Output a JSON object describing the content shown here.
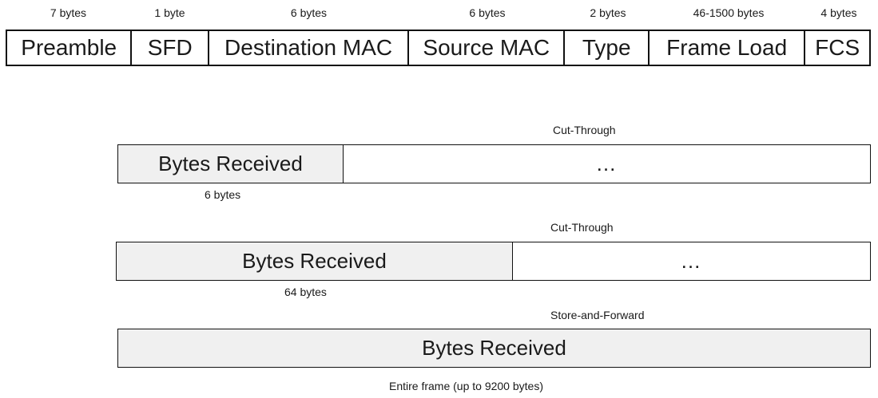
{
  "frame": {
    "fields": [
      {
        "name": "Preamble",
        "size": "7 bytes"
      },
      {
        "name": "SFD",
        "size": "1 byte"
      },
      {
        "name": "Destination MAC",
        "size": "6 bytes"
      },
      {
        "name": "Source MAC",
        "size": "6 bytes"
      },
      {
        "name": "Type",
        "size": "2 bytes"
      },
      {
        "name": "Frame Load",
        "size": "46-1500 bytes"
      },
      {
        "name": "FCS",
        "size": "4 bytes"
      }
    ]
  },
  "modes": [
    {
      "label": "Cut-Through",
      "received": "Bytes Received",
      "remaining": "…",
      "amount": "6 bytes"
    },
    {
      "label": "Cut-Through",
      "received": "Bytes Received",
      "remaining": "…",
      "amount": "64 bytes"
    },
    {
      "label": "Store-and-Forward",
      "received": "Bytes Received",
      "amount": "Entire frame (up to 9200 bytes)"
    }
  ]
}
